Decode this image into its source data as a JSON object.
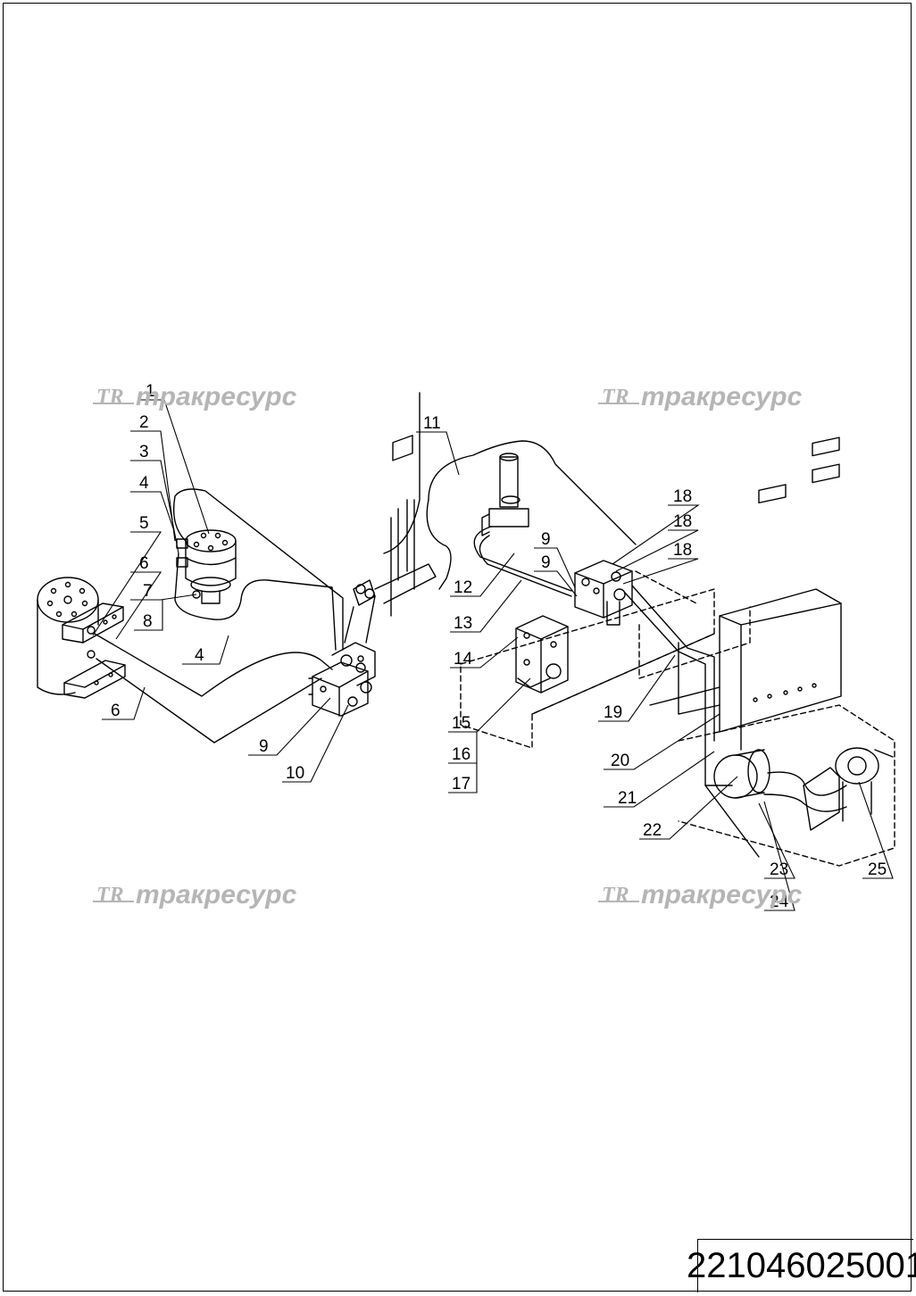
{
  "watermarks": [
    {
      "logo": "TR",
      "text": "тракресурс"
    },
    {
      "logo": "TR",
      "text": "тракресурс"
    },
    {
      "logo": "TR",
      "text": "тракресурс"
    },
    {
      "logo": "TR",
      "text": "тракресурс"
    }
  ],
  "callouts": [
    "1",
    "2",
    "3",
    "4",
    "5",
    "6",
    "7",
    "8",
    "4",
    "6",
    "9",
    "10",
    "11",
    "12",
    "13",
    "14",
    "15",
    "16",
    "17",
    "9",
    "9",
    "18",
    "18",
    "18",
    "19",
    "20",
    "21",
    "22",
    "23",
    "24",
    "25"
  ],
  "document_number": "221046025001",
  "colors": {
    "line": "#000000",
    "watermark": "#b5b5b5",
    "background": "#ffffff"
  }
}
